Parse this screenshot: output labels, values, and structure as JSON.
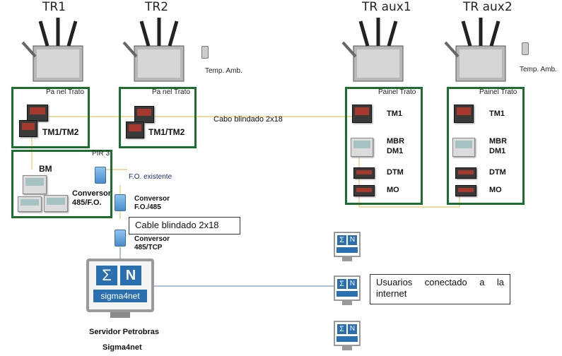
{
  "transformers": {
    "tr1": "TR1",
    "tr2": "TR2",
    "tr_aux1": "TR aux1",
    "tr_aux2": "TR aux2"
  },
  "temp_amb": "Temp. Amb.",
  "panels": {
    "p1_label": "Pa nel Trato",
    "p2_label": "Pa nel Trato",
    "p3_label": "Painel Trato",
    "p4_label": "Painel Trato",
    "pir_label": "PIR 3"
  },
  "devices": {
    "tm1_tm2": "TM1/TM2",
    "tm1": "TM1",
    "mbr_dm1": "MBR\nDM1",
    "dtm": "DTM",
    "mo": "MO",
    "bm": "BM"
  },
  "conv_485_fo": "Conversor\n485/F.O.",
  "conv_fo_485": "Conversor\nF.O./485",
  "conv_485_tcp": "Conversor\n485/TCP",
  "fo_existente": "F.O. existente",
  "cabo_top": "Cabo blindado 2x18",
  "cabo_callout": "Cable blindado 2x18",
  "usuarios_callout": "Usuarios conectado a la internet",
  "server_name": "Servidor Petrobras",
  "server_app": "Sigma4net",
  "logo_text": "sigma4net",
  "colors": {
    "panel_border": "#1a6e2e",
    "link_line": "#e8c86a",
    "net_line": "#5a7fa8"
  }
}
